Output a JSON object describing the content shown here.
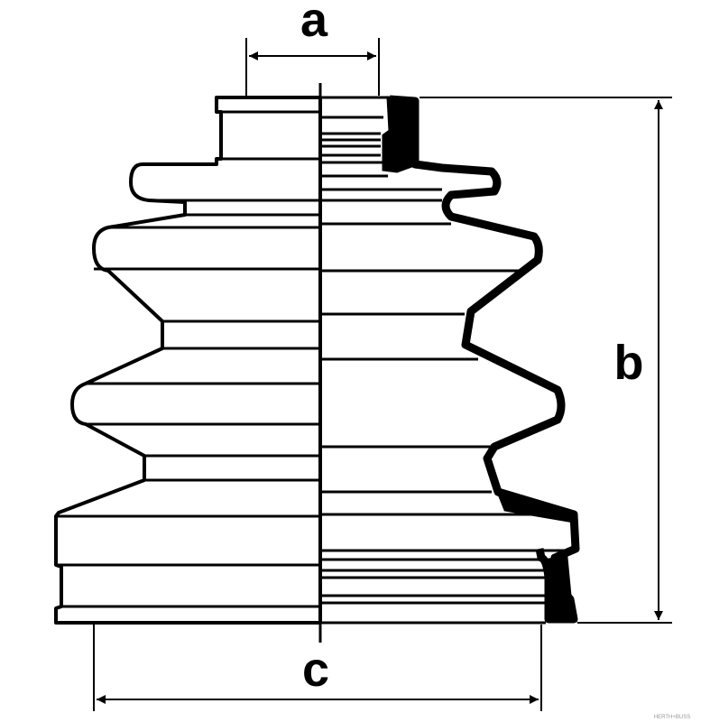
{
  "diagram": {
    "dimension_labels": {
      "a": "a",
      "b": "b",
      "c": "c"
    },
    "watermark": "HERTH+BUSS",
    "colors": {
      "line": "#000000",
      "background": "#ffffff"
    }
  }
}
